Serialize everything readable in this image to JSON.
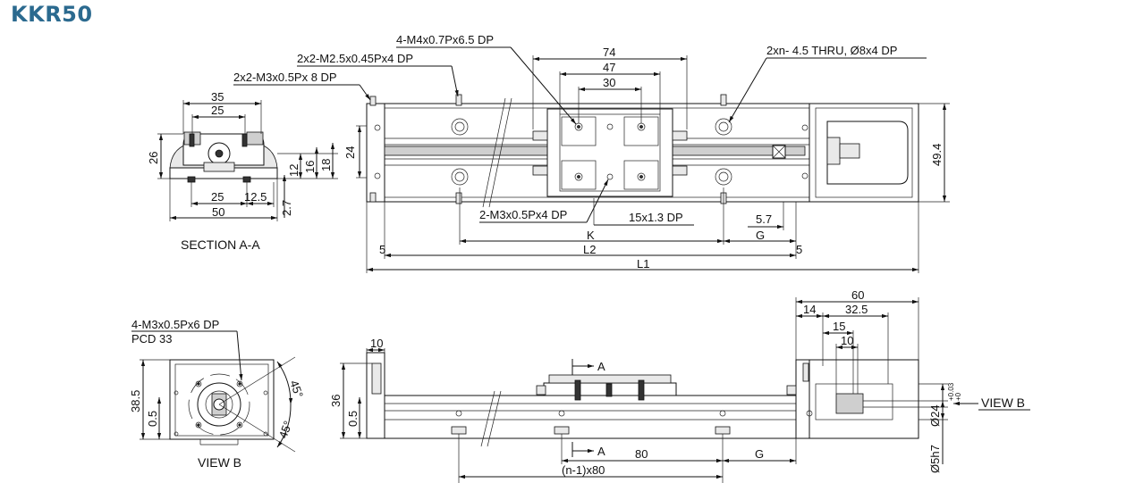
{
  "title": "KKR50",
  "top_view": {
    "callouts": {
      "m4": "4-M4x0.7Px6.5 DP",
      "m25": "2x2-M2.5x0.45Px4 DP",
      "m3_8": "2x2-M3x0.5Px 8 DP",
      "thru": "2xn- 4.5 THRU, Ø8x4 DP",
      "m3_4": "2-M3x0.5Px4 DP",
      "slot": "15x1.3 DP"
    },
    "dims": {
      "d74": "74",
      "d47": "47",
      "d30": "30",
      "d24": "24",
      "d49_4": "49.4",
      "d5_7": "5.7",
      "K": "K",
      "G": "G",
      "L2": "L2",
      "L1": "L1",
      "d5a": "5",
      "d5b": "5"
    }
  },
  "section": {
    "caption": "SECTION A-A",
    "dims": {
      "d35": "35",
      "d25top": "25",
      "d26": "26",
      "d12": "12",
      "d16": "16",
      "d18": "18",
      "d25bot": "25",
      "d12_5": "12.5",
      "d50": "50",
      "d2_7": "2.7"
    }
  },
  "view_b": {
    "caption": "VIEW B",
    "callout_1": "4-M3x0.5Px6 DP",
    "callout_2": "PCD 33",
    "dims": {
      "d38_5": "38.5",
      "d0_5": "0.5",
      "a45a": "45°",
      "a45b": "45°"
    }
  },
  "side_view": {
    "dims": {
      "d10": "10",
      "d36": "36",
      "d0_5": "0.5",
      "A1": "A",
      "A2": "A",
      "d80": "80",
      "G": "G",
      "nx80": "(n-1)x80",
      "d60": "60",
      "d14": "14",
      "d32_5": "32.5",
      "d15": "15",
      "d10b": "10",
      "d24": "Ø24",
      "tol_up": "+0.03",
      "tol_dn": "+0",
      "d5h7": "Ø5h7"
    },
    "view_arrow": "VIEW B"
  }
}
